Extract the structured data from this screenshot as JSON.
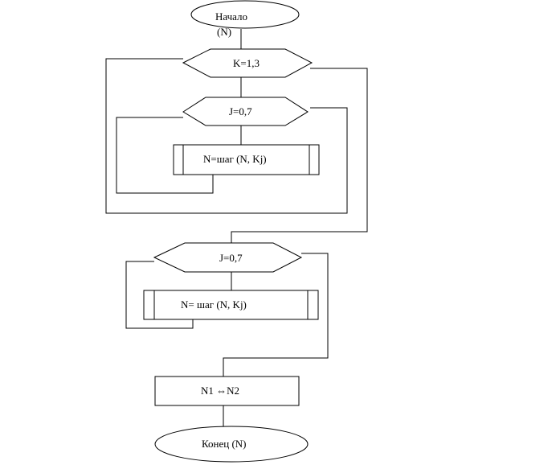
{
  "flowchart": {
    "start": {
      "label_line1": "Начало",
      "label_line2": "(N)"
    },
    "loop_k": {
      "label": "K=1,3"
    },
    "loop_j_inner": {
      "label": "J=0,7"
    },
    "step_inner": {
      "label": "N=шаг (N, Kj)"
    },
    "loop_j_second": {
      "label": "J=0,7"
    },
    "step_second": {
      "label": "N= шаг (N, Kj)"
    },
    "swap": {
      "label": "N1 ⇔N2"
    },
    "end": {
      "label": "Конец (N)"
    }
  }
}
